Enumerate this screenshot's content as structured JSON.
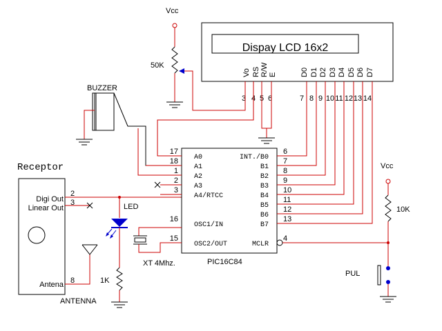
{
  "lcd": {
    "title": "Dispay LCD 16x2",
    "pins": [
      "Vo",
      "RS",
      "R/W",
      "E",
      "D0",
      "D1",
      "D2",
      "D3",
      "D4",
      "D5",
      "D6",
      "D7"
    ],
    "pin_numbers": [
      "3",
      "4",
      "5",
      "6",
      "7",
      "8",
      "9",
      "10",
      "11",
      "12",
      "13",
      "14"
    ]
  },
  "vcc_label": "Vcc",
  "pot_label": "50K",
  "buzzer_label": "BUZZER",
  "receptor": {
    "title": "Receptor",
    "digi_out": "Digi Out",
    "linear_out": "Linear Out",
    "antena": "Antena",
    "pin_digi": "2",
    "pin_linear": "3",
    "pin_antena": "8",
    "antenna_label": "ANTENNA"
  },
  "led_label": "LED",
  "resistor_1k": "1K",
  "resistor_10k": "10K",
  "crystal_label": "XT 4Mhz.",
  "button_label": "PUL",
  "mcu": {
    "name": "PIC16C84",
    "left_pins": [
      {
        "num": "17",
        "name": "A0"
      },
      {
        "num": "18",
        "name": "A1"
      },
      {
        "num": "1",
        "name": "A2"
      },
      {
        "num": "2",
        "name": "A3"
      },
      {
        "num": "3",
        "name": "A4/RTCC"
      },
      {
        "num": "16",
        "name": "OSC1/IN"
      },
      {
        "num": "15",
        "name": "OSC2/OUT"
      }
    ],
    "right_pins": [
      {
        "num": "6",
        "name": "INT./B0"
      },
      {
        "num": "7",
        "name": "B1"
      },
      {
        "num": "8",
        "name": "B2"
      },
      {
        "num": "9",
        "name": "B3"
      },
      {
        "num": "10",
        "name": "B4"
      },
      {
        "num": "11",
        "name": "B5"
      },
      {
        "num": "12",
        "name": "B6"
      },
      {
        "num": "13",
        "name": "B7"
      },
      {
        "num": "4",
        "name": "MCLR"
      }
    ]
  }
}
